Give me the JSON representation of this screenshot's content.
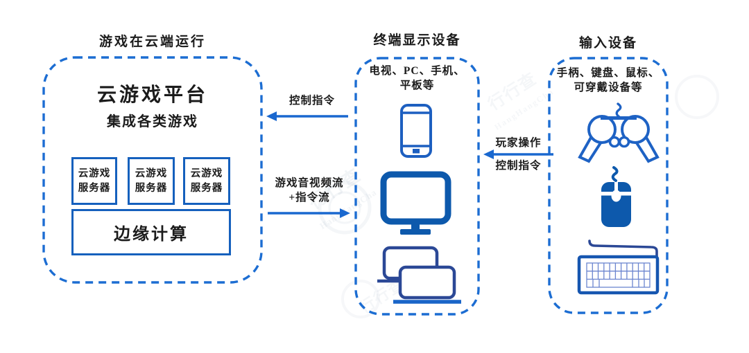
{
  "colors": {
    "dash_blue": "#1c6dd2",
    "box_border_blue": "#1560bd",
    "icon_fill_blue": "#0d59ac",
    "icon_navy": "#2b4896",
    "arrow_blue": "#1a68cf",
    "text_black": "#1b1b1b"
  },
  "left_panel": {
    "title": "游戏在云端运行",
    "platform_title": "云游戏平台",
    "platform_subtitle": "集成各类游戏",
    "servers": [
      {
        "line1": "云游戏",
        "line2": "服务器"
      },
      {
        "line1": "云游戏",
        "line2": "服务器"
      },
      {
        "line1": "云游戏",
        "line2": "服务器"
      }
    ],
    "edge_label": "边缘计算"
  },
  "middle_panel": {
    "title": "终端显示设备",
    "device_line1": "电视、PC、手机、",
    "device_line2": "平板等",
    "icons": [
      "smartphone-icon",
      "monitor-icon",
      "laptop-stack-icon"
    ]
  },
  "right_panel": {
    "title": "输入设备",
    "device_line1": "手柄、键盘、鼠标、",
    "device_line2": "可穿戴设备等",
    "icons": [
      "gamepad-icon",
      "mouse-icon",
      "keyboard-icon"
    ]
  },
  "arrows": {
    "control_instructions": {
      "label": "控制指令",
      "direction": "right-to-left"
    },
    "av_stream": {
      "label_line1": "游戏音视频流",
      "label_line2": "+指令流",
      "direction": "left-to-right"
    },
    "player_ops": {
      "label_top": "玩家操作",
      "label_bottom": "控制指令",
      "direction": "right-to-left"
    }
  },
  "watermark": {
    "text": "行行查",
    "subtext": "HangHangCha"
  }
}
